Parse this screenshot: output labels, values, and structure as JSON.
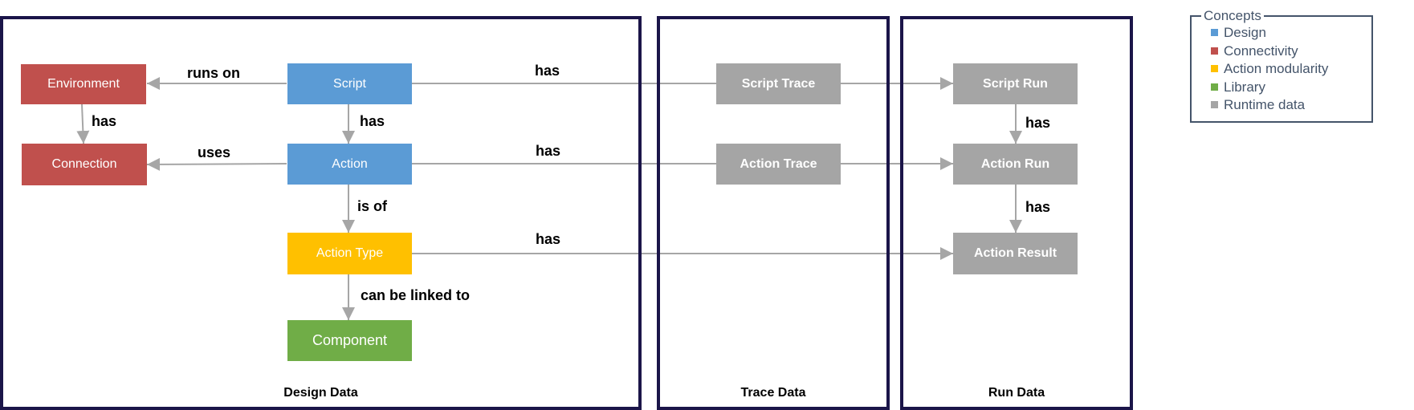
{
  "panels": {
    "design": "Design Data",
    "trace": "Trace Data",
    "run": "Run Data"
  },
  "nodes": {
    "environment": "Environment",
    "connection": "Connection",
    "script": "Script",
    "action": "Action",
    "action_type": "Action Type",
    "component": "Component",
    "script_trace": "Script Trace",
    "action_trace": "Action Trace",
    "script_run": "Script Run",
    "action_run": "Action Run",
    "action_result": "Action Result"
  },
  "edge_labels": {
    "script_runs_on_environment": "runs on",
    "environment_has_connection": "has",
    "script_has_action": "has",
    "action_uses_connection": "uses",
    "action_is_of_type": "is of",
    "type_linked_component": "can be linked to",
    "script_has_run": "has",
    "action_has_run": "has",
    "type_has_result": "has",
    "script_run_has_action_run": "has",
    "action_run_has_result": "has"
  },
  "legend": {
    "title": "Concepts",
    "items": [
      {
        "label": "Design",
        "color": "#5b9bd5"
      },
      {
        "label": "Connectivity",
        "color": "#c0504d"
      },
      {
        "label": "Action modularity",
        "color": "#ffc000"
      },
      {
        "label": "Library",
        "color": "#70ad47"
      },
      {
        "label": "Runtime data",
        "color": "#a5a5a5"
      }
    ]
  },
  "colors": {
    "design": "#5b9bd5",
    "connectivity": "#c0504d",
    "modularity": "#ffc000",
    "library": "#70ad47",
    "runtime": "#a5a5a5",
    "panel_border": "#1b1549",
    "arrow": "#a6a6a6"
  }
}
